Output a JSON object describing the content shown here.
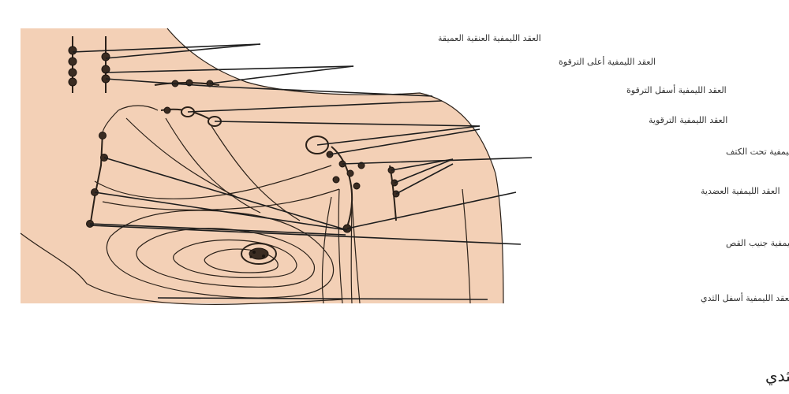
{
  "colors": {
    "skin": "#f3d0b6",
    "outline": "#2b2119",
    "background": "#ffffff"
  },
  "labels": [
    "العقد الليمفية العنقية العميقة",
    "العقد الليمفية أعلى الترقوة",
    "العقد الليمفية أسفل الترقوة",
    "العقد الليمفية الترقوية",
    "العقد الليمفية تحت الكتف",
    "العقد الليمفية العضدية",
    "العقد الليمفية جنيب القص",
    "العقد الليمفية أسفل الثدي"
  ],
  "caption": "الصرف اللمفي للثدي"
}
